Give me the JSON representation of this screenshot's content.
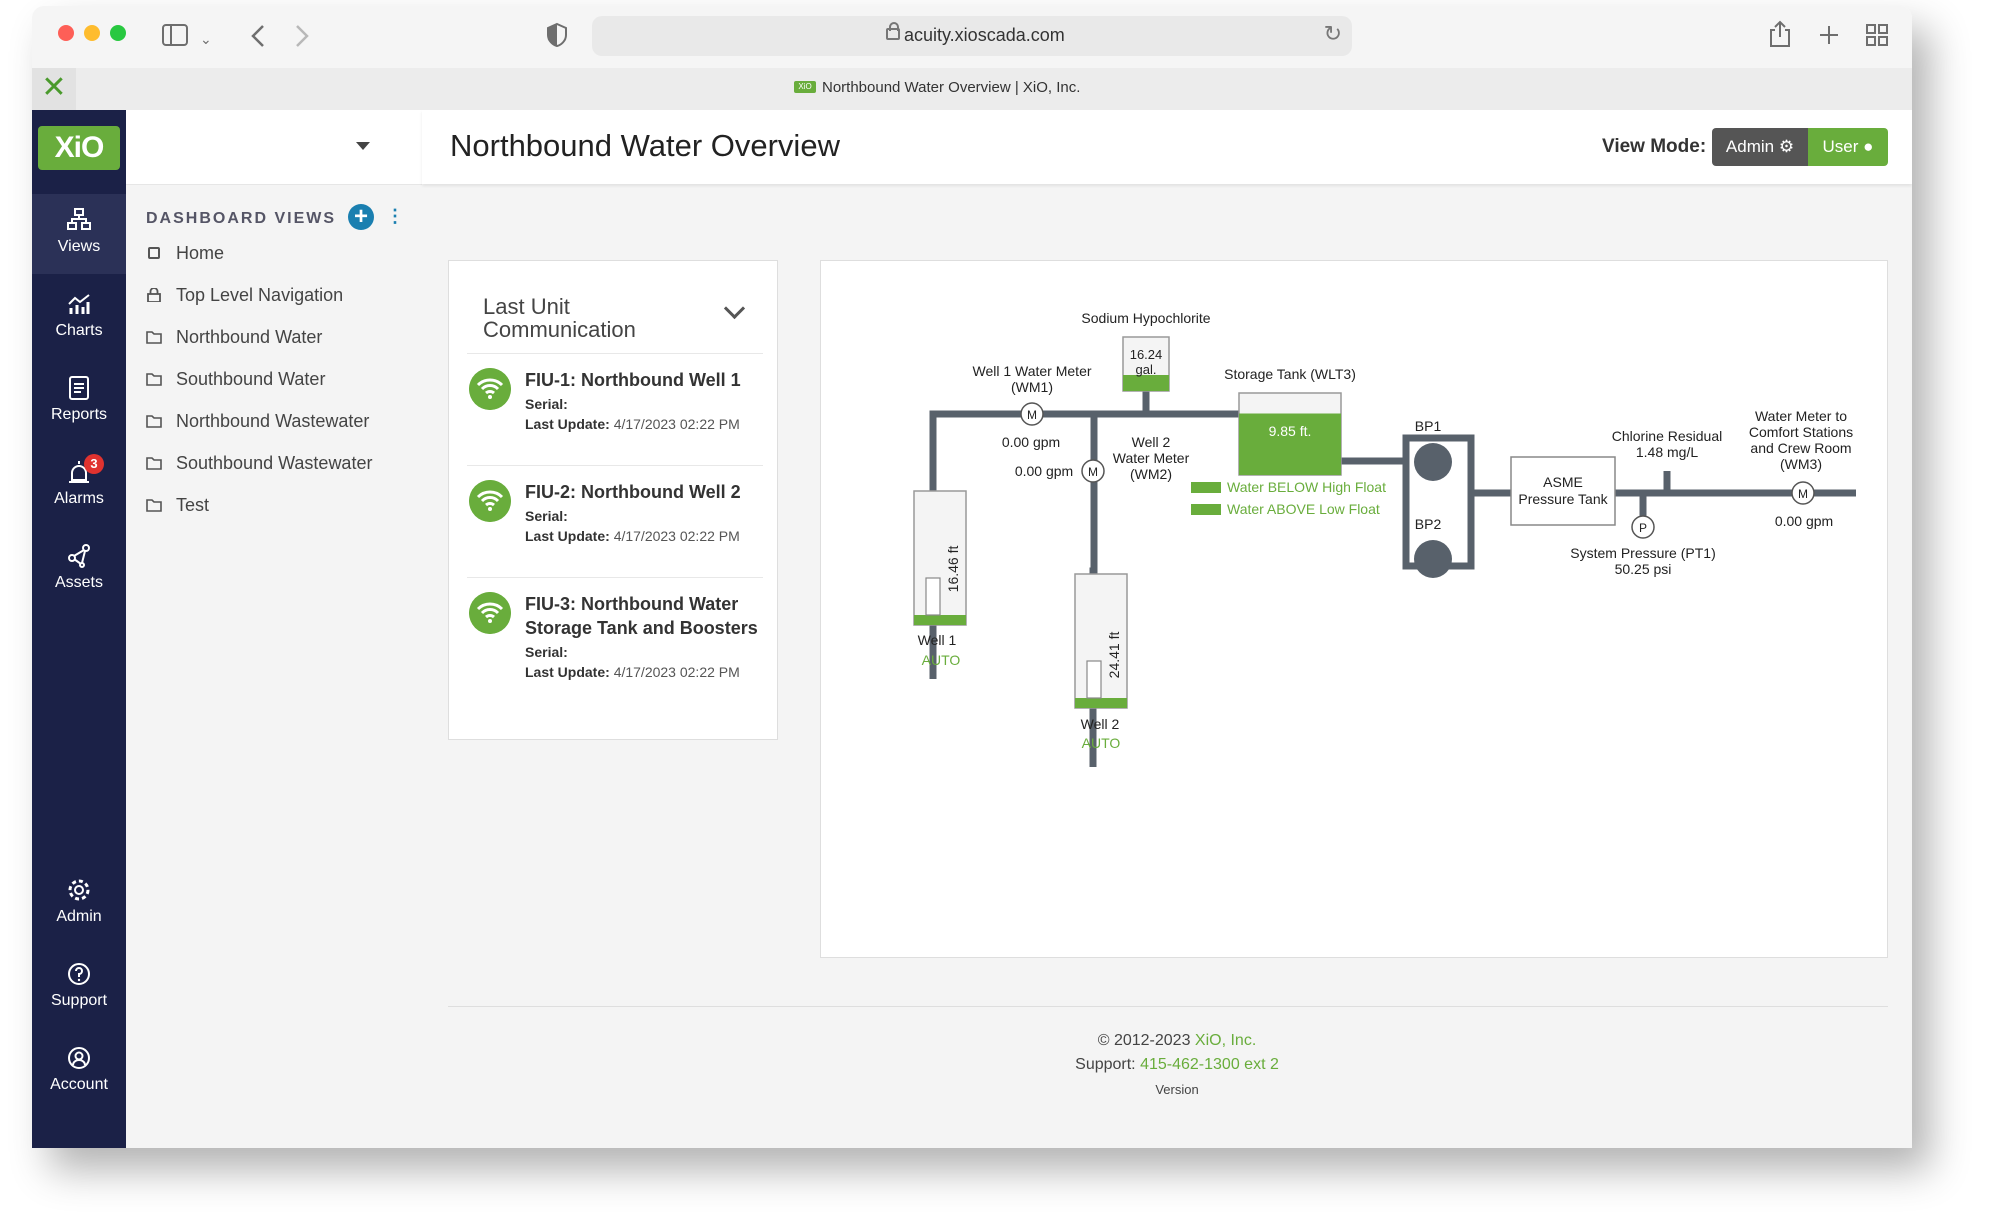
{
  "browser": {
    "url": "acuity.xioscada.com",
    "tab_title": "Northbound Water Overview | XiO, Inc.",
    "favicon_text": "XiO"
  },
  "rail": {
    "logo": "XiO",
    "items": [
      {
        "label": "Views",
        "icon": "views-icon"
      },
      {
        "label": "Charts",
        "icon": "charts-icon"
      },
      {
        "label": "Reports",
        "icon": "reports-icon"
      },
      {
        "label": "Alarms",
        "icon": "alarm-icon",
        "badge": "3"
      },
      {
        "label": "Assets",
        "icon": "assets-icon"
      },
      {
        "label": "Admin",
        "icon": "gear-icon"
      },
      {
        "label": "Support",
        "icon": "help-icon"
      },
      {
        "label": "Account",
        "icon": "account-icon"
      }
    ]
  },
  "sidebar": {
    "section_title": "DASHBOARD VIEWS",
    "items": [
      {
        "label": "Home",
        "icon": "square-icon"
      },
      {
        "label": "Top Level Navigation",
        "icon": "lock-icon"
      },
      {
        "label": "Northbound Water",
        "icon": "folder-icon"
      },
      {
        "label": "Southbound Water",
        "icon": "folder-icon"
      },
      {
        "label": "Northbound Wastewater",
        "icon": "folder-icon"
      },
      {
        "label": "Southbound Wastewater",
        "icon": "folder-icon"
      },
      {
        "label": "Test",
        "icon": "folder-icon"
      }
    ]
  },
  "header": {
    "title": "Northbound Water Overview",
    "view_mode_label": "View Mode:",
    "admin_label": "Admin",
    "user_label": "User"
  },
  "comm_card": {
    "title": "Last Unit Communication",
    "units": [
      {
        "name": "FIU-1: Northbound Well 1",
        "serial_label": "Serial:",
        "update_label": "Last Update:",
        "update": "4/17/2023 02:22 PM"
      },
      {
        "name": "FIU-2: Northbound Well 2",
        "serial_label": "Serial:",
        "update_label": "Last Update:",
        "update": "4/17/2023 02:22 PM"
      },
      {
        "name": "FIU-3: Northbound Water Storage Tank and Boosters",
        "serial_label": "Serial:",
        "update_label": "Last Update:",
        "update": "4/17/2023 02:22 PM"
      }
    ]
  },
  "diagram": {
    "hypochlorite_label": "Sodium Hypochlorite",
    "hypochlorite_value": "16.24",
    "hypochlorite_unit": "gal.",
    "wm1_label_1": "Well 1 Water Meter",
    "wm1_label_2": "(WM1)",
    "wm1_flow": "0.00 gpm",
    "wm2_label_1": "Well 2",
    "wm2_label_2": "Water Meter",
    "wm2_label_3": "(WM2)",
    "wm2_flow": "0.00 gpm",
    "meter_symbol": "M",
    "pressure_symbol": "P",
    "tank_label": "Storage Tank (WLT3)",
    "tank_level": "9.85 ft.",
    "tank_level_fraction": 0.75,
    "float_high": "Water BELOW High Float",
    "float_low": "Water ABOVE Low Float",
    "bp1": "BP1",
    "bp2": "BP2",
    "pressure_tank_1": "ASME",
    "pressure_tank_2": "Pressure Tank",
    "chlorine_label": "Chlorine Residual",
    "chlorine_value": "1.48 mg/L",
    "pt1_label": "System Pressure (PT1)",
    "pt1_value": "50.25 psi",
    "wm3_label_1": "Water Meter to",
    "wm3_label_2": "Comfort Stations",
    "wm3_label_3": "and Crew Room",
    "wm3_label_4": "(WM3)",
    "wm3_flow": "0.00 gpm",
    "well1_name": "Well 1",
    "well1_mode": "AUTO",
    "well1_level": "16.46 ft",
    "well2_name": "Well 2",
    "well2_mode": "AUTO",
    "well2_level": "24.41 ft",
    "colors": {
      "accent": "#69ad3c",
      "pipe": "#58616b"
    }
  },
  "footer": {
    "copyright": "© 2012-2023 ",
    "company": "XiO, Inc.",
    "support_label": "Support: ",
    "support_phone": "415-462-1300 ext 2",
    "version": "Version"
  }
}
